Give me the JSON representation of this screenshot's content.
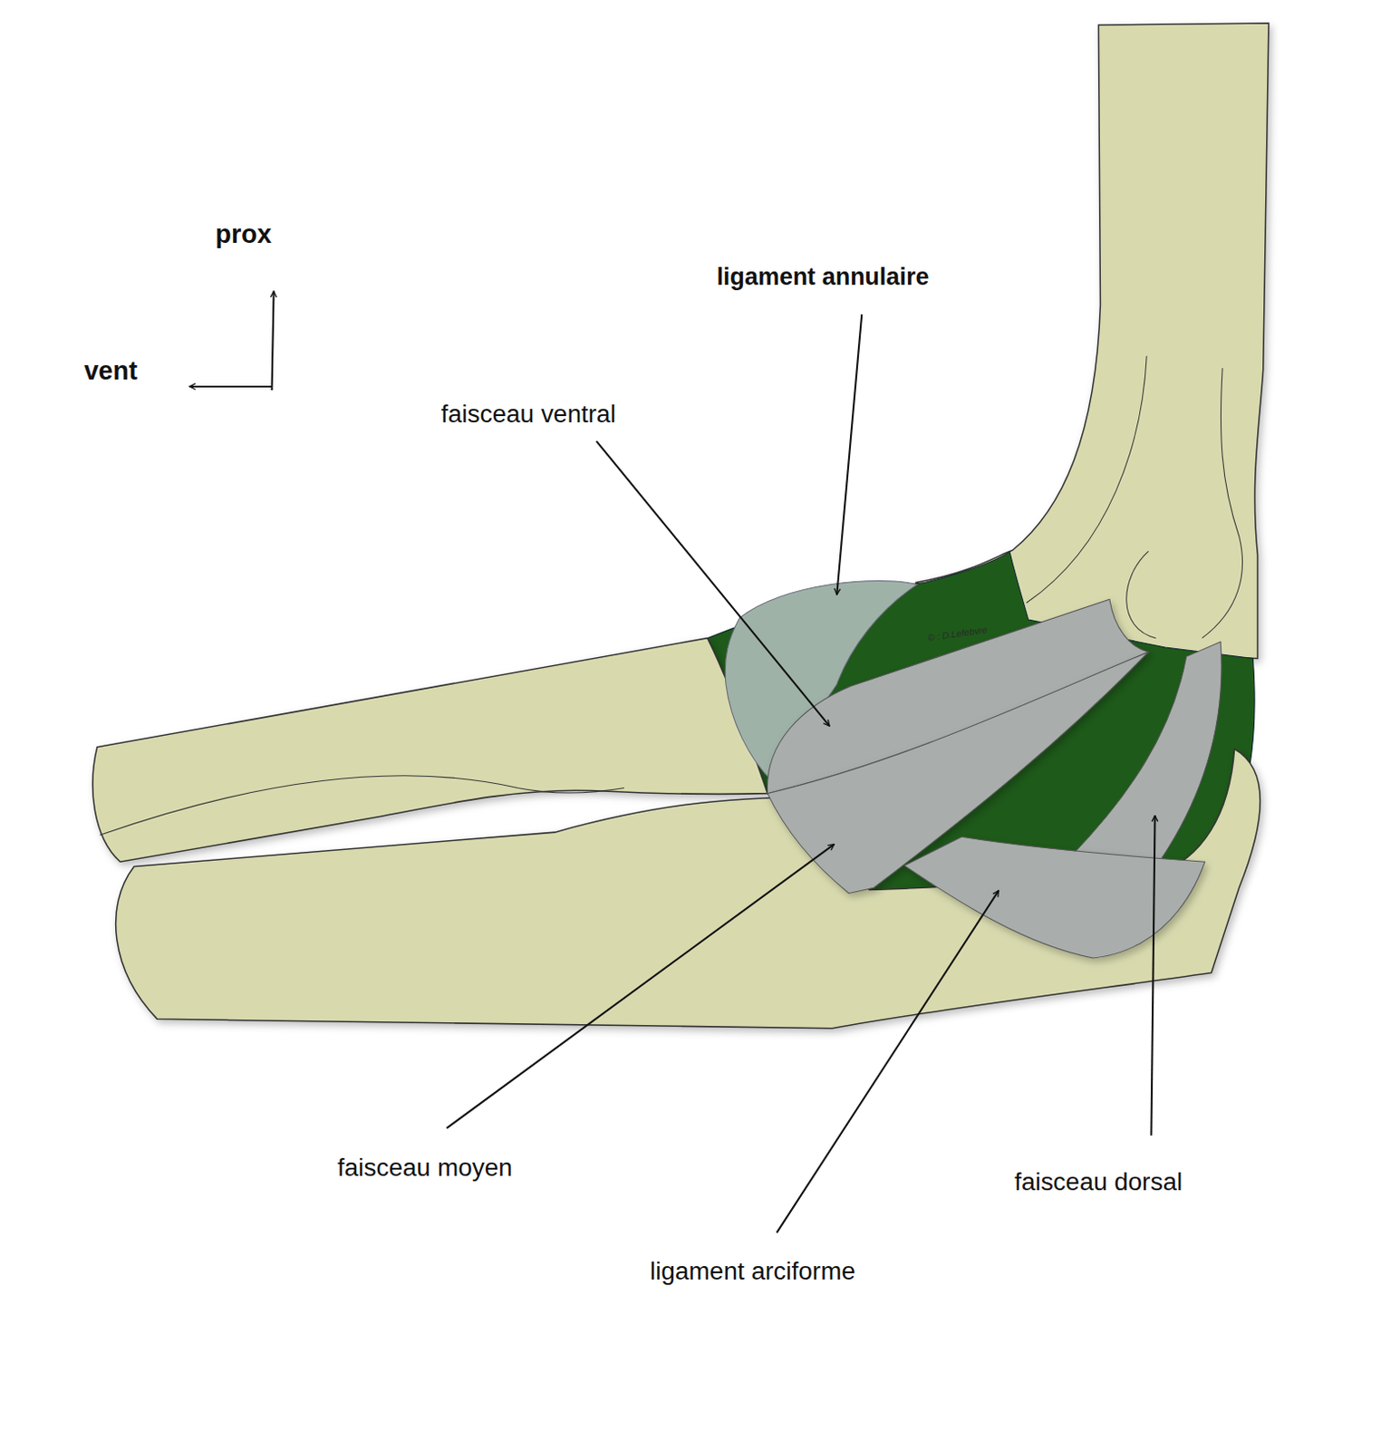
{
  "diagram": {
    "labels": [
      "prox",
      "vent",
      "ligament annulaire",
      "faisceau ventral",
      "faisceau moyen",
      "ligament arciforme",
      "faisceau dorsal",
      "© : D.Lefebvre"
    ]
  }
}
